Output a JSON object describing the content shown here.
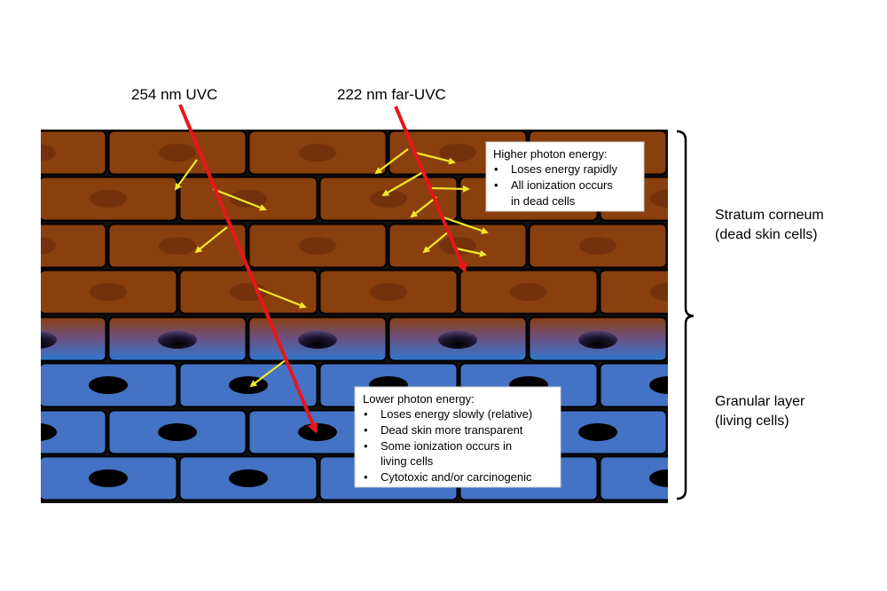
{
  "beams": [
    {
      "label": "254 nm UVC"
    },
    {
      "label": "222 nm far-UVC"
    }
  ],
  "callout_high": {
    "title": "Higher photon energy:",
    "bullets": [
      "Loses energy rapidly",
      "All ionization occurs",
      "in dead cells"
    ]
  },
  "callout_low": {
    "title": "Lower photon energy:",
    "bullets": [
      "Loses energy slowly (relative)",
      "Dead skin more transparent",
      "Some ionization occurs in",
      "living cells",
      "Cytotoxic and/or carcinogenic"
    ]
  },
  "layers": {
    "dead": {
      "line1": "Stratum corneum",
      "line2": "(dead skin cells)"
    },
    "living": {
      "line1": "Granular layer",
      "line2": "(living cells)"
    }
  },
  "colors": {
    "dead_cell": "#8a3f0e",
    "dead_nucleus": "#6f300a",
    "living_cell": "#4472c4",
    "nucleus": "#000000",
    "beam": "#e8161b",
    "scatter": "#f2e82a"
  }
}
